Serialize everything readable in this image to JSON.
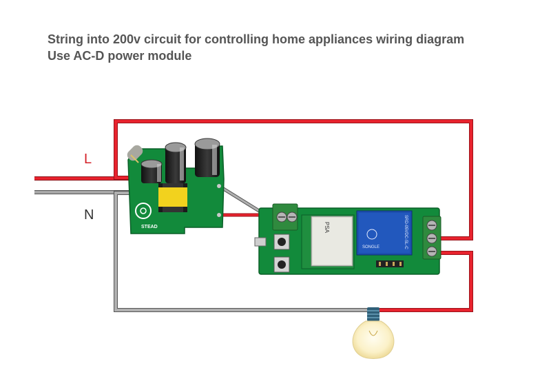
{
  "title_line1": "String into 200v circuit for controlling home appliances wiring diagram",
  "title_line2": "Use AC-D power module",
  "labels": {
    "live": "L",
    "neutral": "N"
  },
  "colors": {
    "live_wire": "#e8232e",
    "neutral_wire": "#8f8f8f",
    "pcb": "#138a3c",
    "terminal": "#2f8a3e",
    "relay": "#1c4fb0",
    "text_gray": "#555555",
    "live_label": "#d42028"
  },
  "module_texts": {
    "power_brand": "STEAD",
    "wifi_chip": "PSA",
    "relay_model": "SRD-05VDC-SL-C",
    "relay_brand": "SONGLE"
  }
}
